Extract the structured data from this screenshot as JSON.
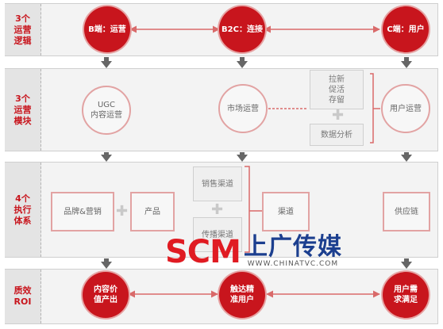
{
  "rows": [
    {
      "label": "3个\n运营\n逻辑"
    },
    {
      "label": "3个\n运营\n模块"
    },
    {
      "label": "4个\n执行\n体系"
    },
    {
      "label": "质效\nROI"
    }
  ],
  "logic": {
    "b": "B端：运营",
    "b2c": "B2C：连接",
    "c": "C端：用户"
  },
  "modules": {
    "ugc": "UGC\n内容运营",
    "market": "市场运营",
    "growth": "拉新\n促活\n存留",
    "data": "数据分析",
    "user": "用户运营"
  },
  "execution": {
    "brand": "品牌&营销",
    "product": "产品",
    "sales": "销售渠道",
    "spread": "传播渠道",
    "channel": "渠道",
    "supply": "供应链"
  },
  "roi": {
    "content": "内容价\n值产出",
    "reach": "触达精\n准用户",
    "need": "用户需\n求满足"
  },
  "watermark": {
    "logo": "SCM",
    "name": "上广传媒",
    "url": "WWW.CHINATVC.COM"
  },
  "colors": {
    "accent": "#c8151d",
    "arrow": "#666666"
  }
}
